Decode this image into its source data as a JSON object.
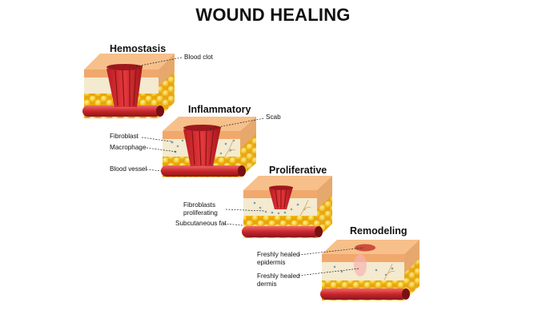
{
  "title": "WOUND HEALING",
  "stages": [
    {
      "name": "Hemostasis",
      "labels": [
        "Blood clot"
      ]
    },
    {
      "name": "Inflammatory",
      "labels": [
        "Scab",
        "Fibroblast",
        "Macrophage",
        "Blood vessel"
      ]
    },
    {
      "name": "Proliferative",
      "labels": [
        "Fibroblasts\nproliferating",
        "Subcutaneous fat"
      ]
    },
    {
      "name": "Remodeling",
      "labels": [
        "Freshly healed\nepidermis",
        "Freshly healed\ndermis"
      ]
    }
  ],
  "colors": {
    "epidermis": "#f3b27a",
    "dermis": "#f1e6c8",
    "fat": "#f2c21d",
    "vessel": "#c9262c",
    "clot": "#d52a2f"
  }
}
